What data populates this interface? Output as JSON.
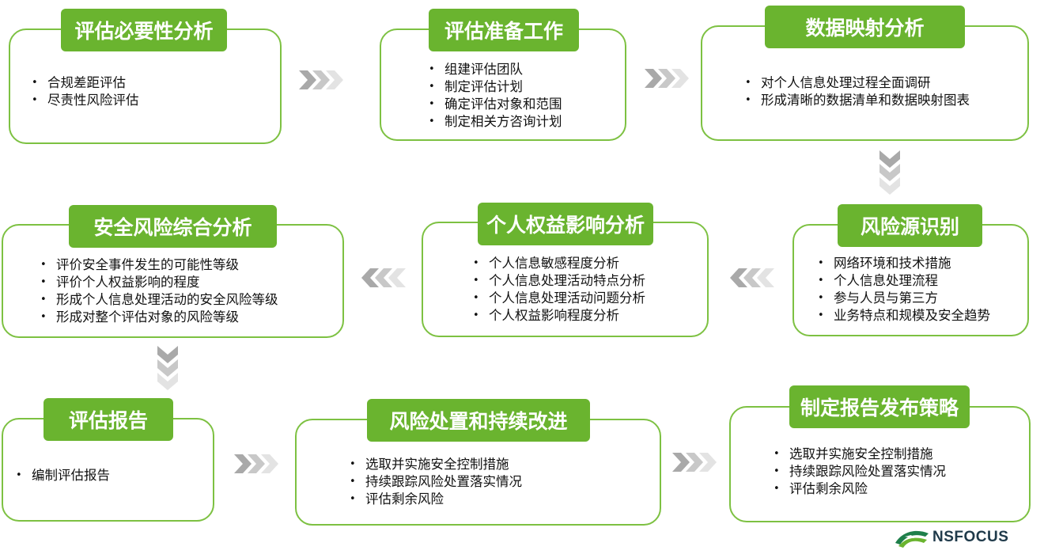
{
  "steps": [
    {
      "title": "评估必要性分析",
      "items": [
        "合规差距评估",
        "尽责性风险评估"
      ]
    },
    {
      "title": "评估准备工作",
      "items": [
        "组建评估团队",
        "制定评估计划",
        "确定评估对象和范围",
        "制定相关方咨询计划"
      ]
    },
    {
      "title": "数据映射分析",
      "items": [
        "对个人信息处理过程全面调研",
        "形成清晰的数据清单和数据映射图表"
      ]
    },
    {
      "title": "风险源识别",
      "items": [
        "网络环境和技术措施",
        "个人信息处理流程",
        "参与人员与第三方",
        "业务特点和规模及安全趋势"
      ]
    },
    {
      "title": "个人权益影响分析",
      "items": [
        "个人信息敏感程度分析",
        "个人信息处理活动特点分析",
        "个人信息处理活动问题分析",
        "个人权益影响程度分析"
      ]
    },
    {
      "title": "安全风险综合分析",
      "items": [
        "评价安全事件发生的可能性等级",
        "评价个人权益影响的程度",
        "形成个人信息处理活动的安全风险等级",
        "形成对整个评估对象的风险等级"
      ]
    },
    {
      "title": "评估报告",
      "items": [
        "编制评估报告"
      ]
    },
    {
      "title": "风险处置和持续改进",
      "items": [
        "选取并实施安全控制措施",
        "持续跟踪风险处置落实情况",
        "评估剩余风险"
      ]
    },
    {
      "title": "制定报告发布策略",
      "items": [
        "选取并实施安全控制措施",
        "持续跟踪风险处置落实情况",
        "评估剩余风险"
      ]
    }
  ],
  "logo": {
    "text": "NSFOCUS"
  },
  "colors": {
    "accent": "#6ab42f",
    "border": "#7dc142",
    "arrow_dark": "#a9a9a9",
    "arrow_light": "#e3e3e3"
  }
}
